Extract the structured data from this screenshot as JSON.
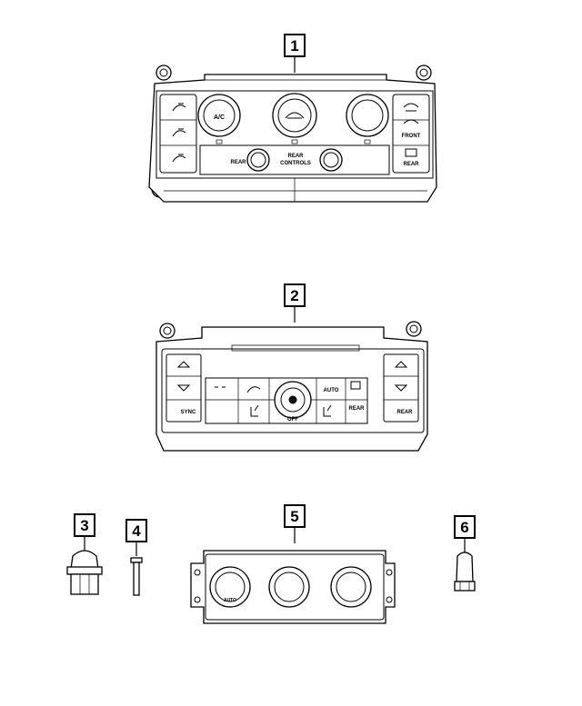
{
  "callouts": [
    {
      "id": "1",
      "label": "1"
    },
    {
      "id": "2",
      "label": "2"
    },
    {
      "id": "3",
      "label": "3"
    },
    {
      "id": "4",
      "label": "4"
    },
    {
      "id": "5",
      "label": "5"
    },
    {
      "id": "6",
      "label": "6"
    }
  ],
  "part1": {
    "ac_label": "A/C",
    "rear_label": "REAR",
    "rear_controls_line1": "REAR",
    "rear_controls_line2": "CONTROLS",
    "front_label": "FRONT",
    "rear_button_label": "REAR"
  },
  "part2": {
    "sync_label": "SYNC",
    "auto_label": "AUTO",
    "off_label": "OFF",
    "rear_label": "REAR",
    "rear_right_label": "REAR"
  },
  "part5": {
    "knob_left_label": "AUTO"
  }
}
